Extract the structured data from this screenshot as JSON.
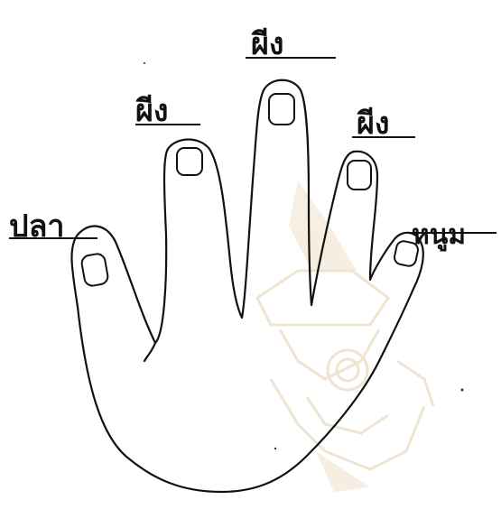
{
  "labels": {
    "thumb": "ปลา",
    "index": "ผีง",
    "middle": "ผีง",
    "ring": "ผีง",
    "little": "หนูม"
  },
  "colors": {
    "ink": "#111111",
    "watermark": "#e9dcc2",
    "background": "#ffffff"
  }
}
